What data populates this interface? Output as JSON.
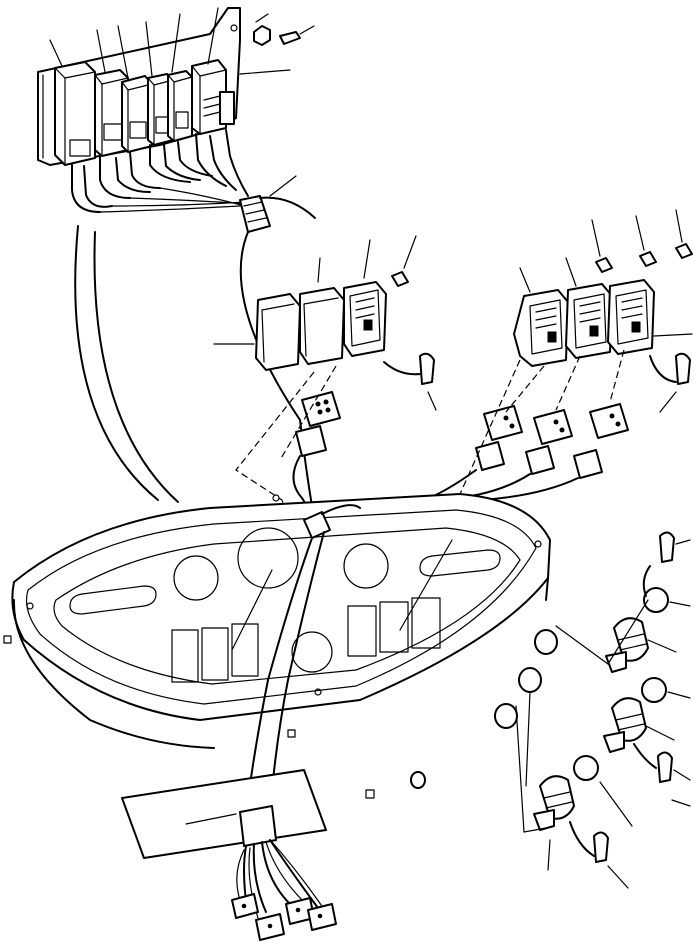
{
  "diagram": {
    "type": "exploded-parts-drawing",
    "components": [
      "relay-panel",
      "relay",
      "wiring-harness",
      "rocker-switch",
      "switch-connector",
      "switch-bulb",
      "instrument-panel",
      "push-button-switch",
      "button-cap",
      "indicator-bulb",
      "harness-connector",
      "cover-plate"
    ],
    "counts": {
      "relays": 6,
      "rocker_switches": 6,
      "push_buttons": 3,
      "gauge_openings": 4,
      "switch_openings": 6
    }
  }
}
